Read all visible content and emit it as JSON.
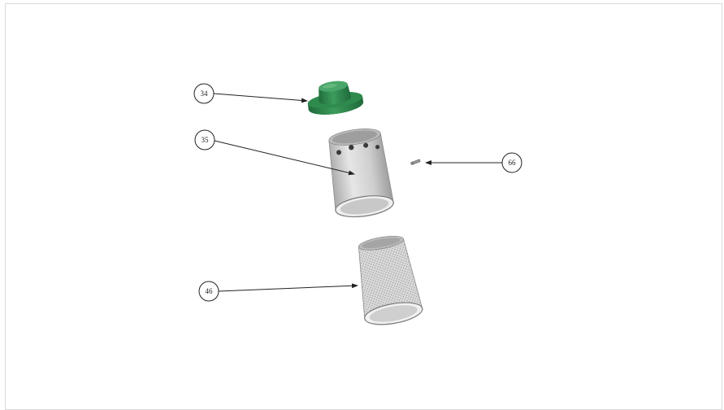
{
  "diagram": {
    "callouts": [
      {
        "id": "c34",
        "label": "34"
      },
      {
        "id": "c35",
        "label": "35"
      },
      {
        "id": "c66",
        "label": "66"
      },
      {
        "id": "c46",
        "label": "46"
      }
    ],
    "parts": {
      "cap_color": "#2f8a4e",
      "cap_dark": "#1f6b3a",
      "cap_light": "#5fb77a",
      "tube_color": "#cfcfcf",
      "screen_color": "#d6d6d6",
      "line_color": "#333333"
    }
  }
}
